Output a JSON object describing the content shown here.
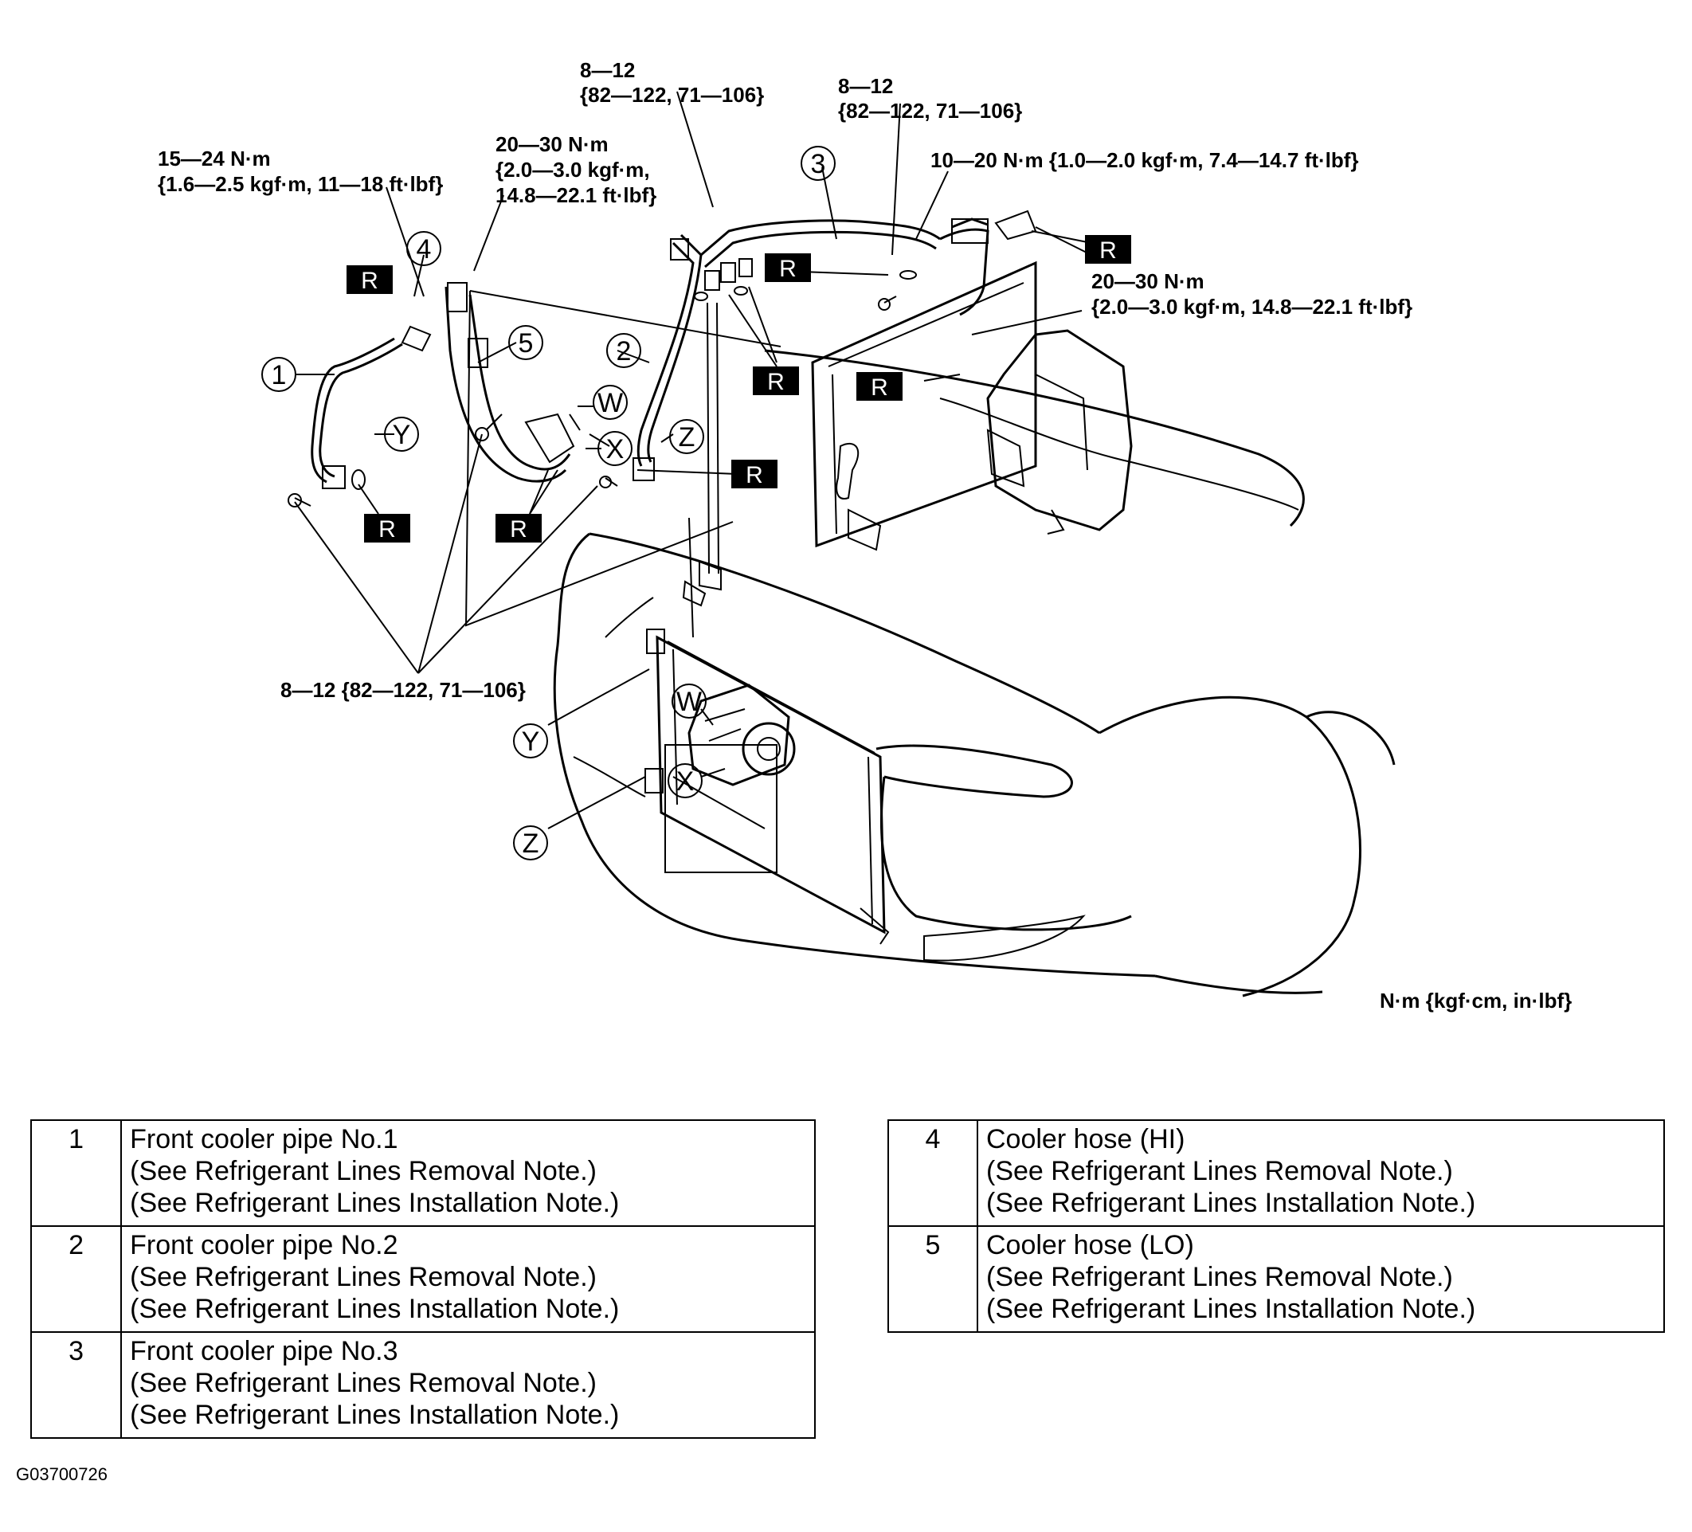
{
  "figure_code": "G03700726",
  "unit_note": "N·m {kgf·cm, in·lbf}",
  "torque_labels": {
    "t1": [
      "8—12",
      "{82—122, 71—106}"
    ],
    "t2": [
      "8—12",
      "{82—122, 71—106}"
    ],
    "t3": [
      "15—24 N·m",
      "{1.6—2.5 kgf·m, 11—18 ft·lbf}"
    ],
    "t4": [
      "20—30 N·m",
      "{2.0—3.0 kgf·m,",
      "14.8—22.1 ft·lbf}"
    ],
    "t5": [
      "10—20 N·m {1.0—2.0 kgf·m, 7.4—14.7 ft·lbf}"
    ],
    "t6": [
      "20—30 N·m",
      "{2.0—3.0 kgf·m, 14.8—22.1 ft·lbf}"
    ],
    "t7": [
      "8—12 {82—122, 71—106}"
    ]
  },
  "callouts": {
    "c1": "1",
    "c2": "2",
    "c3": "3",
    "c4": "4",
    "c5": "5",
    "W": "W",
    "X": "X",
    "Y": "Y",
    "Z": "Z"
  },
  "replace_mark": "R",
  "parts": [
    {
      "num": "1",
      "name": "Front cooler pipe No.1",
      "notes": [
        "(See Refrigerant Lines Removal Note.)",
        "(See Refrigerant Lines Installation Note.)"
      ]
    },
    {
      "num": "2",
      "name": "Front cooler pipe No.2",
      "notes": [
        "(See Refrigerant Lines Removal Note.)",
        "(See Refrigerant Lines Installation Note.)"
      ]
    },
    {
      "num": "3",
      "name": "Front cooler pipe No.3",
      "notes": [
        "(See Refrigerant Lines Removal Note.)",
        "(See Refrigerant Lines Installation Note.)"
      ]
    },
    {
      "num": "4",
      "name": "Cooler hose (HI)",
      "notes": [
        "(See Refrigerant Lines Removal Note.)",
        "(See Refrigerant Lines Installation Note.)"
      ]
    },
    {
      "num": "5",
      "name": "Cooler hose (LO)",
      "notes": [
        "(See Refrigerant Lines Removal Note.)",
        "(See Refrigerant Lines Installation Note.)"
      ]
    }
  ]
}
